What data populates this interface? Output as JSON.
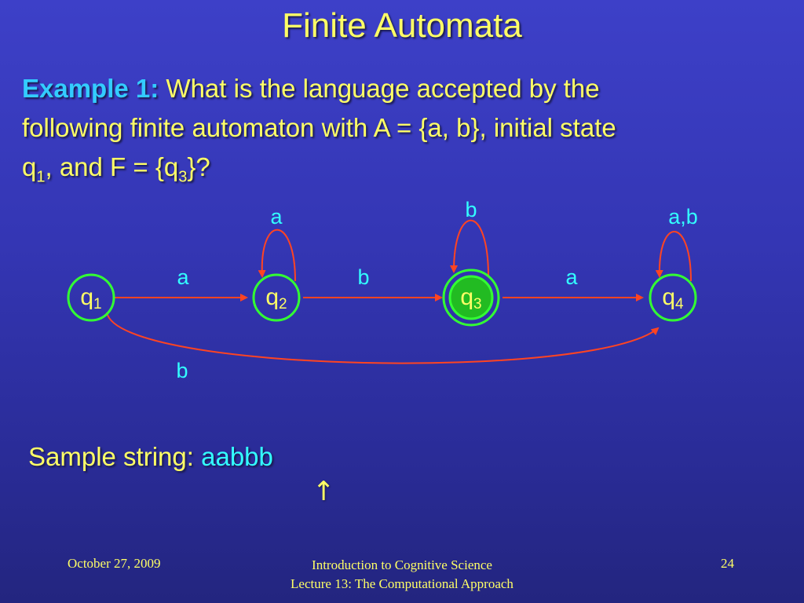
{
  "slide": {
    "title": "Finite Automata",
    "question": {
      "label": "Example 1:",
      "line1": "What is the language accepted by the",
      "line2": "following finite automaton with A = {a, b}, initial state",
      "line3_q": "q",
      "line3_q_sub": "1",
      "line3_mid": ", and F = {q",
      "line3_f_sub": "3",
      "line3_end": "}?"
    },
    "sample": {
      "label": "Sample string:",
      "value": "aabbb",
      "pointer": "↑"
    },
    "footer": {
      "date": "October 27, 2009",
      "course": "Introduction to Cognitive Science",
      "lecture": "Lecture 13: The Computational Approach",
      "page": "24"
    }
  },
  "automaton": {
    "states": [
      {
        "name": "q",
        "sub": "1",
        "accepting": false,
        "active": false
      },
      {
        "name": "q",
        "sub": "2",
        "accepting": false,
        "active": false
      },
      {
        "name": "q",
        "sub": "3",
        "accepting": true,
        "active": true
      },
      {
        "name": "q",
        "sub": "4",
        "accepting": false,
        "active": false
      }
    ],
    "transitions": [
      {
        "from": "q1",
        "to": "q2",
        "label": "a"
      },
      {
        "from": "q2",
        "to": "q2",
        "label": "a"
      },
      {
        "from": "q2",
        "to": "q3",
        "label": "b"
      },
      {
        "from": "q3",
        "to": "q3",
        "label": "b"
      },
      {
        "from": "q3",
        "to": "q4",
        "label": "a"
      },
      {
        "from": "q4",
        "to": "q4",
        "label": "a,b"
      },
      {
        "from": "q1",
        "to": "q4",
        "label": "b"
      }
    ]
  },
  "colors": {
    "state_border": "#33ff33",
    "active_fill": "#22bb22",
    "arrow": "#ff4422",
    "transition_label": "#33ffff",
    "state_text": "#ffff66"
  }
}
